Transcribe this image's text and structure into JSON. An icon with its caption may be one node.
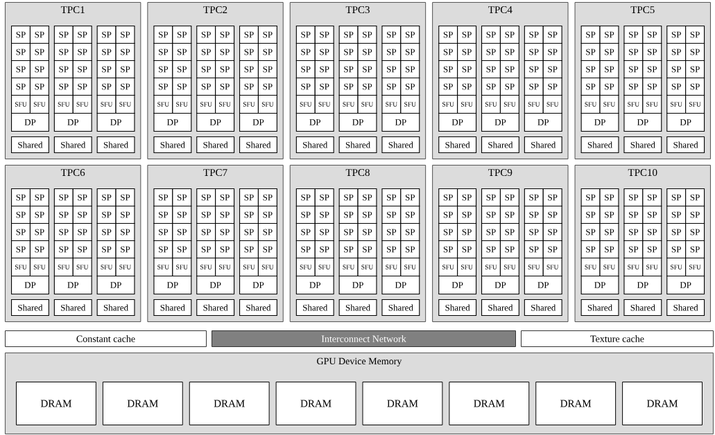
{
  "diagram": {
    "nodes": [
      {
        "text": [
          "TPC1"
        ]
      },
      {
        "text": [
          "SP"
        ],
        "in": 0
      },
      {
        "text": [
          "SP"
        ],
        "in": 0
      },
      {
        "text": [
          "SP"
        ],
        "in": 0
      },
      {
        "text": [
          "SP"
        ],
        "in": 0
      },
      {
        "text": [
          "SP"
        ],
        "in": 0
      },
      {
        "text": [
          "SP"
        ],
        "in": 0
      },
      {
        "text": [
          "SP"
        ],
        "in": 0
      },
      {
        "text": [
          "SP"
        ],
        "in": 0
      },
      {
        "text": [
          "SFU"
        ],
        "in": 0
      },
      {
        "text": [
          "SFU"
        ],
        "in": 0
      },
      {
        "text": [
          "DP"
        ],
        "in": 0
      },
      {
        "text": [
          "Shared"
        ],
        "in": 0
      },
      {
        "text": [
          "SP"
        ],
        "in": 0
      },
      {
        "text": [
          "SP"
        ],
        "in": 0
      },
      {
        "text": [
          "SP"
        ],
        "in": 0
      },
      {
        "text": [
          "SP"
        ],
        "in": 0
      },
      {
        "text": [
          "SP"
        ],
        "in": 0
      },
      {
        "text": [
          "SP"
        ],
        "in": 0
      },
      {
        "text": [
          "SP"
        ],
        "in": 0
      },
      {
        "text": [
          "SP"
        ],
        "in": 0
      },
      {
        "text": [
          "SFU"
        ],
        "in": 0
      },
      {
        "text": [
          "SFU"
        ],
        "in": 0
      },
      {
        "text": [
          "DP"
        ],
        "in": 0
      },
      {
        "text": [
          "Shared"
        ],
        "in": 0
      },
      {
        "text": [
          "SP"
        ],
        "in": 0
      },
      {
        "text": [
          "SP"
        ],
        "in": 0
      },
      {
        "text": [
          "SP"
        ],
        "in": 0
      },
      {
        "text": [
          "SP"
        ],
        "in": 0
      },
      {
        "text": [
          "SP"
        ],
        "in": 0
      },
      {
        "text": [
          "SP"
        ],
        "in": 0
      },
      {
        "text": [
          "SP"
        ],
        "in": 0
      },
      {
        "text": [
          "SP"
        ],
        "in": 0
      },
      {
        "text": [
          "SFU"
        ],
        "in": 0
      },
      {
        "text": [
          "SFU"
        ],
        "in": 0
      },
      {
        "text": [
          "DP"
        ],
        "in": 0
      },
      {
        "text": [
          "Shared"
        ],
        "in": 0
      },
      {
        "text": [
          "TPC2"
        ]
      },
      {
        "text": [
          "SP"
        ],
        "in": 37
      },
      {
        "text": [
          "SP"
        ],
        "in": 37
      },
      {
        "text": [
          "SP"
        ],
        "in": 37
      },
      {
        "text": [
          "SP"
        ],
        "in": 37
      },
      {
        "text": [
          "SP"
        ],
        "in": 37
      },
      {
        "text": [
          "SP"
        ],
        "in": 37
      },
      {
        "text": [
          "SP"
        ],
        "in": 37
      },
      {
        "text": [
          "SP"
        ],
        "in": 37
      },
      {
        "text": [
          "SFU"
        ],
        "in": 37
      },
      {
        "text": [
          "SFU"
        ],
        "in": 37
      },
      {
        "text": [
          "DP"
        ],
        "in": 37
      },
      {
        "text": [
          "Shared"
        ],
        "in": 37
      },
      {
        "text": [
          "SP"
        ],
        "in": 37
      },
      {
        "text": [
          "SP"
        ],
        "in": 37
      },
      {
        "text": [
          "SP"
        ],
        "in": 37
      },
      {
        "text": [
          "SP"
        ],
        "in": 37
      },
      {
        "text": [
          "SP"
        ],
        "in": 37
      },
      {
        "text": [
          "SP"
        ],
        "in": 37
      },
      {
        "text": [
          "SP"
        ],
        "in": 37
      },
      {
        "text": [
          "SP"
        ],
        "in": 37
      },
      {
        "text": [
          "SFU"
        ],
        "in": 37
      },
      {
        "text": [
          "SFU"
        ],
        "in": 37
      },
      {
        "text": [
          "DP"
        ],
        "in": 37
      },
      {
        "text": [
          "Shared"
        ],
        "in": 37
      },
      {
        "text": [
          "SP"
        ],
        "in": 37
      },
      {
        "text": [
          "SP"
        ],
        "in": 37
      },
      {
        "text": [
          "SP"
        ],
        "in": 37
      },
      {
        "text": [
          "SP"
        ],
        "in": 37
      },
      {
        "text": [
          "SP"
        ],
        "in": 37
      },
      {
        "text": [
          "SP"
        ],
        "in": 37
      },
      {
        "text": [
          "SP"
        ],
        "in": 37
      },
      {
        "text": [
          "SP"
        ],
        "in": 37
      },
      {
        "text": [
          "SFU"
        ],
        "in": 37
      },
      {
        "text": [
          "SFU"
        ],
        "in": 37
      },
      {
        "text": [
          "DP"
        ],
        "in": 37
      },
      {
        "text": [
          "Shared"
        ],
        "in": 37
      },
      {
        "text": [
          "TPC3"
        ]
      },
      {
        "text": [
          "SP"
        ],
        "in": 74
      },
      {
        "text": [
          "SP"
        ],
        "in": 74
      },
      {
        "text": [
          "SP"
        ],
        "in": 74
      },
      {
        "text": [
          "SP"
        ],
        "in": 74
      },
      {
        "text": [
          "SP"
        ],
        "in": 74
      },
      {
        "text": [
          "SP"
        ],
        "in": 74
      },
      {
        "text": [
          "SP"
        ],
        "in": 74
      },
      {
        "text": [
          "SP"
        ],
        "in": 74
      },
      {
        "text": [
          "SFU"
        ],
        "in": 74
      },
      {
        "text": [
          "SFU"
        ],
        "in": 74
      },
      {
        "text": [
          "DP"
        ],
        "in": 74
      },
      {
        "text": [
          "Shared"
        ],
        "in": 74
      },
      {
        "text": [
          "SP"
        ],
        "in": 74
      },
      {
        "text": [
          "SP"
        ],
        "in": 74
      },
      {
        "text": [
          "SP"
        ],
        "in": 74
      },
      {
        "text": [
          "SP"
        ],
        "in": 74
      },
      {
        "text": [
          "SP"
        ],
        "in": 74
      },
      {
        "text": [
          "SP"
        ],
        "in": 74
      },
      {
        "text": [
          "SP"
        ],
        "in": 74
      },
      {
        "text": [
          "SP"
        ],
        "in": 74
      },
      {
        "text": [
          "SFU"
        ],
        "in": 74
      },
      {
        "text": [
          "SFU"
        ],
        "in": 74
      },
      {
        "text": [
          "DP"
        ],
        "in": 74
      },
      {
        "text": [
          "Shared"
        ],
        "in": 74
      },
      {
        "text": [
          "SP"
        ],
        "in": 74
      },
      {
        "text": [
          "SP"
        ],
        "in": 74
      },
      {
        "text": [
          "SP"
        ],
        "in": 74
      },
      {
        "text": [
          "SP"
        ],
        "in": 74
      },
      {
        "text": [
          "SP"
        ],
        "in": 74
      },
      {
        "text": [
          "SP"
        ],
        "in": 74
      },
      {
        "text": [
          "SP"
        ],
        "in": 74
      },
      {
        "text": [
          "SP"
        ],
        "in": 74
      },
      {
        "text": [
          "SFU"
        ],
        "in": 74
      },
      {
        "text": [
          "SFU"
        ],
        "in": 74
      },
      {
        "text": [
          "DP"
        ],
        "in": 74
      },
      {
        "text": [
          "Shared"
        ],
        "in": 74
      },
      {
        "text": [
          "TPC4"
        ]
      },
      {
        "text": [
          "SP"
        ],
        "in": 111
      },
      {
        "text": [
          "SP"
        ],
        "in": 111
      },
      {
        "text": [
          "SP"
        ],
        "in": 111
      },
      {
        "text": [
          "SP"
        ],
        "in": 111
      },
      {
        "text": [
          "SP"
        ],
        "in": 111
      },
      {
        "text": [
          "SP"
        ],
        "in": 111
      },
      {
        "text": [
          "SP"
        ],
        "in": 111
      },
      {
        "text": [
          "SP"
        ],
        "in": 111
      },
      {
        "text": [
          "SFU"
        ],
        "in": 111
      },
      {
        "text": [
          "SFU"
        ],
        "in": 111
      },
      {
        "text": [
          "DP"
        ],
        "in": 111
      },
      {
        "text": [
          "Shared"
        ],
        "in": 111
      },
      {
        "text": [
          "SP"
        ],
        "in": 111
      },
      {
        "text": [
          "SP"
        ],
        "in": 111
      },
      {
        "text": [
          "SP"
        ],
        "in": 111
      },
      {
        "text": [
          "SP"
        ],
        "in": 111
      },
      {
        "text": [
          "SP"
        ],
        "in": 111
      },
      {
        "text": [
          "SP"
        ],
        "in": 111
      },
      {
        "text": [
          "SP"
        ],
        "in": 111
      },
      {
        "text": [
          "SP"
        ],
        "in": 111
      },
      {
        "text": [
          "SFU"
        ],
        "in": 111
      },
      {
        "text": [
          "SFU"
        ],
        "in": 111
      },
      {
        "text": [
          "DP"
        ],
        "in": 111
      },
      {
        "text": [
          "Shared"
        ],
        "in": 111
      },
      {
        "text": [
          "SP"
        ],
        "in": 111
      },
      {
        "text": [
          "SP"
        ],
        "in": 111
      },
      {
        "text": [
          "SP"
        ],
        "in": 111
      },
      {
        "text": [
          "SP"
        ],
        "in": 111
      },
      {
        "text": [
          "SP"
        ],
        "in": 111
      },
      {
        "text": [
          "SP"
        ],
        "in": 111
      },
      {
        "text": [
          "SP"
        ],
        "in": 111
      },
      {
        "text": [
          "SP"
        ],
        "in": 111
      },
      {
        "text": [
          "SFU"
        ],
        "in": 111
      },
      {
        "text": [
          "SFU"
        ],
        "in": 111
      },
      {
        "text": [
          "DP"
        ],
        "in": 111
      },
      {
        "text": [
          "Shared"
        ],
        "in": 111
      },
      {
        "text": [
          "TPC5"
        ]
      },
      {
        "text": [
          "SP"
        ],
        "in": 148
      },
      {
        "text": [
          "SP"
        ],
        "in": 148
      },
      {
        "text": [
          "SP"
        ],
        "in": 148
      },
      {
        "text": [
          "SP"
        ],
        "in": 148
      },
      {
        "text": [
          "SP"
        ],
        "in": 148
      },
      {
        "text": [
          "SP"
        ],
        "in": 148
      },
      {
        "text": [
          "SP"
        ],
        "in": 148
      },
      {
        "text": [
          "SP"
        ],
        "in": 148
      },
      {
        "text": [
          "SFU"
        ],
        "in": 148
      },
      {
        "text": [
          "SFU"
        ],
        "in": 148
      },
      {
        "text": [
          "DP"
        ],
        "in": 148
      },
      {
        "text": [
          "Shared"
        ],
        "in": 148
      },
      {
        "text": [
          "SP"
        ],
        "in": 148
      },
      {
        "text": [
          "SP"
        ],
        "in": 148
      },
      {
        "text": [
          "SP"
        ],
        "in": 148
      },
      {
        "text": [
          "SP"
        ],
        "in": 148
      },
      {
        "text": [
          "SP"
        ],
        "in": 148
      },
      {
        "text": [
          "SP"
        ],
        "in": 148
      },
      {
        "text": [
          "SP"
        ],
        "in": 148
      },
      {
        "text": [
          "SP"
        ],
        "in": 148
      },
      {
        "text": [
          "SFU"
        ],
        "in": 148
      },
      {
        "text": [
          "SFU"
        ],
        "in": 148
      },
      {
        "text": [
          "DP"
        ],
        "in": 148
      },
      {
        "text": [
          "Shared"
        ],
        "in": 148
      },
      {
        "text": [
          "SP"
        ],
        "in": 148
      },
      {
        "text": [
          "SP"
        ],
        "in": 148
      },
      {
        "text": [
          "SP"
        ],
        "in": 148
      },
      {
        "text": [
          "SP"
        ],
        "in": 148
      },
      {
        "text": [
          "SP"
        ],
        "in": 148
      },
      {
        "text": [
          "SP"
        ],
        "in": 148
      },
      {
        "text": [
          "SP"
        ],
        "in": 148
      },
      {
        "text": [
          "SP"
        ],
        "in": 148
      },
      {
        "text": [
          "SFU"
        ],
        "in": 148
      },
      {
        "text": [
          "SFU"
        ],
        "in": 148
      },
      {
        "text": [
          "DP"
        ],
        "in": 148
      },
      {
        "text": [
          "Shared"
        ],
        "in": 148
      },
      {
        "text": [
          "TPC6"
        ]
      },
      {
        "text": [
          "SP"
        ],
        "in": 185
      },
      {
        "text": [
          "SP"
        ],
        "in": 185
      },
      {
        "text": [
          "SP"
        ],
        "in": 185
      },
      {
        "text": [
          "SP"
        ],
        "in": 185
      },
      {
        "text": [
          "SP"
        ],
        "in": 185
      },
      {
        "text": [
          "SP"
        ],
        "in": 185
      },
      {
        "text": [
          "SP"
        ],
        "in": 185
      },
      {
        "text": [
          "SP"
        ],
        "in": 185
      },
      {
        "text": [
          "SFU"
        ],
        "in": 185
      },
      {
        "text": [
          "SFU"
        ],
        "in": 185
      },
      {
        "text": [
          "DP"
        ],
        "in": 185
      },
      {
        "text": [
          "Shared"
        ],
        "in": 185
      },
      {
        "text": [
          "SP"
        ],
        "in": 185
      },
      {
        "text": [
          "SP"
        ],
        "in": 185
      },
      {
        "text": [
          "SP"
        ],
        "in": 185
      },
      {
        "text": [
          "SP"
        ],
        "in": 185
      },
      {
        "text": [
          "SP"
        ],
        "in": 185
      },
      {
        "text": [
          "SP"
        ],
        "in": 185
      },
      {
        "text": [
          "SP"
        ],
        "in": 185
      },
      {
        "text": [
          "SP"
        ],
        "in": 185
      },
      {
        "text": [
          "SFU"
        ],
        "in": 185
      },
      {
        "text": [
          "SFU"
        ],
        "in": 185
      },
      {
        "text": [
          "DP"
        ],
        "in": 185
      },
      {
        "text": [
          "Shared"
        ],
        "in": 185
      },
      {
        "text": [
          "SP"
        ],
        "in": 185
      },
      {
        "text": [
          "SP"
        ],
        "in": 185
      },
      {
        "text": [
          "SP"
        ],
        "in": 185
      },
      {
        "text": [
          "SP"
        ],
        "in": 185
      },
      {
        "text": [
          "SP"
        ],
        "in": 185
      },
      {
        "text": [
          "SP"
        ],
        "in": 185
      },
      {
        "text": [
          "SP"
        ],
        "in": 185
      },
      {
        "text": [
          "SP"
        ],
        "in": 185
      },
      {
        "text": [
          "SFU"
        ],
        "in": 185
      },
      {
        "text": [
          "SFU"
        ],
        "in": 185
      },
      {
        "text": [
          "DP"
        ],
        "in": 185
      },
      {
        "text": [
          "Shared"
        ],
        "in": 185
      },
      {
        "text": [
          "TPC7"
        ]
      },
      {
        "text": [
          "SP"
        ],
        "in": 222
      },
      {
        "text": [
          "SP"
        ],
        "in": 222
      },
      {
        "text": [
          "SP"
        ],
        "in": 222
      },
      {
        "text": [
          "SP"
        ],
        "in": 222
      },
      {
        "text": [
          "SP"
        ],
        "in": 222
      },
      {
        "text": [
          "SP"
        ],
        "in": 222
      },
      {
        "text": [
          "SP"
        ],
        "in": 222
      },
      {
        "text": [
          "SP"
        ],
        "in": 222
      },
      {
        "text": [
          "SFU"
        ],
        "in": 222
      },
      {
        "text": [
          "SFU"
        ],
        "in": 222
      },
      {
        "text": [
          "DP"
        ],
        "in": 222
      },
      {
        "text": [
          "Shared"
        ],
        "in": 222
      },
      {
        "text": [
          "SP"
        ],
        "in": 222
      },
      {
        "text": [
          "SP"
        ],
        "in": 222
      },
      {
        "text": [
          "SP"
        ],
        "in": 222
      },
      {
        "text": [
          "SP"
        ],
        "in": 222
      },
      {
        "text": [
          "SP"
        ],
        "in": 222
      },
      {
        "text": [
          "SP"
        ],
        "in": 222
      },
      {
        "text": [
          "SP"
        ],
        "in": 222
      },
      {
        "text": [
          "SP"
        ],
        "in": 222
      },
      {
        "text": [
          "SFU"
        ],
        "in": 222
      },
      {
        "text": [
          "SFU"
        ],
        "in": 222
      },
      {
        "text": [
          "DP"
        ],
        "in": 222
      },
      {
        "text": [
          "Shared"
        ],
        "in": 222
      },
      {
        "text": [
          "SP"
        ],
        "in": 222
      },
      {
        "text": [
          "SP"
        ],
        "in": 222
      },
      {
        "text": [
          "SP"
        ],
        "in": 222
      },
      {
        "text": [
          "SP"
        ],
        "in": 222
      },
      {
        "text": [
          "SP"
        ],
        "in": 222
      },
      {
        "text": [
          "SP"
        ],
        "in": 222
      },
      {
        "text": [
          "SP"
        ],
        "in": 222
      },
      {
        "text": [
          "SP"
        ],
        "in": 222
      },
      {
        "text": [
          "SFU"
        ],
        "in": 222
      },
      {
        "text": [
          "SFU"
        ],
        "in": 222
      },
      {
        "text": [
          "DP"
        ],
        "in": 222
      },
      {
        "text": [
          "Shared"
        ],
        "in": 222
      },
      {
        "text": [
          "TPC8"
        ]
      },
      {
        "text": [
          "SP"
        ],
        "in": 259
      },
      {
        "text": [
          "SP"
        ],
        "in": 259
      },
      {
        "text": [
          "SP"
        ],
        "in": 259
      },
      {
        "text": [
          "SP"
        ],
        "in": 259
      },
      {
        "text": [
          "SP"
        ],
        "in": 259
      },
      {
        "text": [
          "SP"
        ],
        "in": 259
      },
      {
        "text": [
          "SP"
        ],
        "in": 259
      },
      {
        "text": [
          "SP"
        ],
        "in": 259
      },
      {
        "text": [
          "SFU"
        ],
        "in": 259
      },
      {
        "text": [
          "SFU"
        ],
        "in": 259
      },
      {
        "text": [
          "DP"
        ],
        "in": 259
      },
      {
        "text": [
          "Shared"
        ],
        "in": 259
      },
      {
        "text": [
          "SP"
        ],
        "in": 259
      },
      {
        "text": [
          "SP"
        ],
        "in": 259
      },
      {
        "text": [
          "SP"
        ],
        "in": 259
      },
      {
        "text": [
          "SP"
        ],
        "in": 259
      },
      {
        "text": [
          "SP"
        ],
        "in": 259
      },
      {
        "text": [
          "SP"
        ],
        "in": 259
      },
      {
        "text": [
          "SP"
        ],
        "in": 259
      },
      {
        "text": [
          "SP"
        ],
        "in": 259
      },
      {
        "text": [
          "SFU"
        ],
        "in": 259
      },
      {
        "text": [
          "SFU"
        ],
        "in": 259
      },
      {
        "text": [
          "DP"
        ],
        "in": 259
      },
      {
        "text": [
          "Shared"
        ],
        "in": 259
      },
      {
        "text": [
          "SP"
        ],
        "in": 259
      },
      {
        "text": [
          "SP"
        ],
        "in": 259
      },
      {
        "text": [
          "SP"
        ],
        "in": 259
      },
      {
        "text": [
          "SP"
        ],
        "in": 259
      },
      {
        "text": [
          "SP"
        ],
        "in": 259
      },
      {
        "text": [
          "SP"
        ],
        "in": 259
      },
      {
        "text": [
          "SP"
        ],
        "in": 259
      },
      {
        "text": [
          "SP"
        ],
        "in": 259
      },
      {
        "text": [
          "SFU"
        ],
        "in": 259
      },
      {
        "text": [
          "SFU"
        ],
        "in": 259
      },
      {
        "text": [
          "DP"
        ],
        "in": 259
      },
      {
        "text": [
          "Shared"
        ],
        "in": 259
      },
      {
        "text": [
          "TPC9"
        ]
      },
      {
        "text": [
          "SP"
        ],
        "in": 296
      },
      {
        "text": [
          "SP"
        ],
        "in": 296
      },
      {
        "text": [
          "SP"
        ],
        "in": 296
      },
      {
        "text": [
          "SP"
        ],
        "in": 296
      },
      {
        "text": [
          "SP"
        ],
        "in": 296
      },
      {
        "text": [
          "SP"
        ],
        "in": 296
      },
      {
        "text": [
          "SP"
        ],
        "in": 296
      },
      {
        "text": [
          "SP"
        ],
        "in": 296
      },
      {
        "text": [
          "SFU"
        ],
        "in": 296
      },
      {
        "text": [
          "SFU"
        ],
        "in": 296
      },
      {
        "text": [
          "DP"
        ],
        "in": 296
      },
      {
        "text": [
          "Shared"
        ],
        "in": 296
      },
      {
        "text": [
          "SP"
        ],
        "in": 296
      },
      {
        "text": [
          "SP"
        ],
        "in": 296
      },
      {
        "text": [
          "SP"
        ],
        "in": 296
      },
      {
        "text": [
          "SP"
        ],
        "in": 296
      },
      {
        "text": [
          "SP"
        ],
        "in": 296
      },
      {
        "text": [
          "SP"
        ],
        "in": 296
      },
      {
        "text": [
          "SP"
        ],
        "in": 296
      },
      {
        "text": [
          "SP"
        ],
        "in": 296
      },
      {
        "text": [
          "SFU"
        ],
        "in": 296
      },
      {
        "text": [
          "SFU"
        ],
        "in": 296
      },
      {
        "text": [
          "DP"
        ],
        "in": 296
      },
      {
        "text": [
          "Shared"
        ],
        "in": 296
      },
      {
        "text": [
          "SP"
        ],
        "in": 296
      },
      {
        "text": [
          "SP"
        ],
        "in": 296
      },
      {
        "text": [
          "SP"
        ],
        "in": 296
      },
      {
        "text": [
          "SP"
        ],
        "in": 296
      },
      {
        "text": [
          "SP"
        ],
        "in": 296
      },
      {
        "text": [
          "SP"
        ],
        "in": 296
      },
      {
        "text": [
          "SP"
        ],
        "in": 296
      },
      {
        "text": [
          "SP"
        ],
        "in": 296
      },
      {
        "text": [
          "SFU"
        ],
        "in": 296
      },
      {
        "text": [
          "SFU"
        ],
        "in": 296
      },
      {
        "text": [
          "DP"
        ],
        "in": 296
      },
      {
        "text": [
          "Shared"
        ],
        "in": 296
      },
      {
        "text": [
          "TPC10"
        ]
      },
      {
        "text": [
          "SP"
        ],
        "in": 333
      },
      {
        "text": [
          "SP"
        ],
        "in": 333
      },
      {
        "text": [
          "SP"
        ],
        "in": 333
      },
      {
        "text": [
          "SP"
        ],
        "in": 333
      },
      {
        "text": [
          "SP"
        ],
        "in": 333
      },
      {
        "text": [
          "SP"
        ],
        "in": 333
      },
      {
        "text": [
          "SP"
        ],
        "in": 333
      },
      {
        "text": [
          "SP"
        ],
        "in": 333
      },
      {
        "text": [
          "SFU"
        ],
        "in": 333
      },
      {
        "text": [
          "SFU"
        ],
        "in": 333
      },
      {
        "text": [
          "DP"
        ],
        "in": 333
      },
      {
        "text": [
          "Shared"
        ],
        "in": 333
      },
      {
        "text": [
          "SP"
        ],
        "in": 333
      },
      {
        "text": [
          "SP"
        ],
        "in": 333
      },
      {
        "text": [
          "SP"
        ],
        "in": 333
      },
      {
        "text": [
          "SP"
        ],
        "in": 333
      },
      {
        "text": [
          "SP"
        ],
        "in": 333
      },
      {
        "text": [
          "SP"
        ],
        "in": 333
      },
      {
        "text": [
          "SP"
        ],
        "in": 333
      },
      {
        "text": [
          "SP"
        ],
        "in": 333
      },
      {
        "text": [
          "SFU"
        ],
        "in": 333
      },
      {
        "text": [
          "SFU"
        ],
        "in": 333
      },
      {
        "text": [
          "DP"
        ],
        "in": 333
      },
      {
        "text": [
          "Shared"
        ],
        "in": 333
      },
      {
        "text": [
          "SP"
        ],
        "in": 333
      },
      {
        "text": [
          "SP"
        ],
        "in": 333
      },
      {
        "text": [
          "SP"
        ],
        "in": 333
      },
      {
        "text": [
          "SP"
        ],
        "in": 333
      },
      {
        "text": [
          "SP"
        ],
        "in": 333
      },
      {
        "text": [
          "SP"
        ],
        "in": 333
      },
      {
        "text": [
          "SP"
        ],
        "in": 333
      },
      {
        "text": [
          "SP"
        ],
        "in": 333
      },
      {
        "text": [
          "SFU"
        ],
        "in": 333
      },
      {
        "text": [
          "SFU"
        ],
        "in": 333
      },
      {
        "text": [
          "DP"
        ],
        "in": 333
      },
      {
        "text": [
          "Shared"
        ],
        "in": 333
      },
      {
        "text": [
          "Constant cache"
        ]
      },
      {
        "text": [
          "Interconnect Network"
        ]
      },
      {
        "text": [
          "Texture cache"
        ]
      },
      {
        "text": [
          "GPU Device Memory"
        ]
      },
      {
        "text": [
          "DRAM"
        ],
        "in": 373
      },
      {
        "text": [
          "DRAM"
        ],
        "in": 373
      },
      {
        "text": [
          "DRAM"
        ],
        "in": 373
      },
      {
        "text": [
          "DRAM"
        ],
        "in": 373
      },
      {
        "text": [
          "DRAM"
        ],
        "in": 373
      },
      {
        "text": [
          "DRAM"
        ],
        "in": 373
      },
      {
        "text": [
          "DRAM"
        ],
        "in": 373
      },
      {
        "text": [
          "DRAM"
        ],
        "in": 373
      }
    ]
  }
}
